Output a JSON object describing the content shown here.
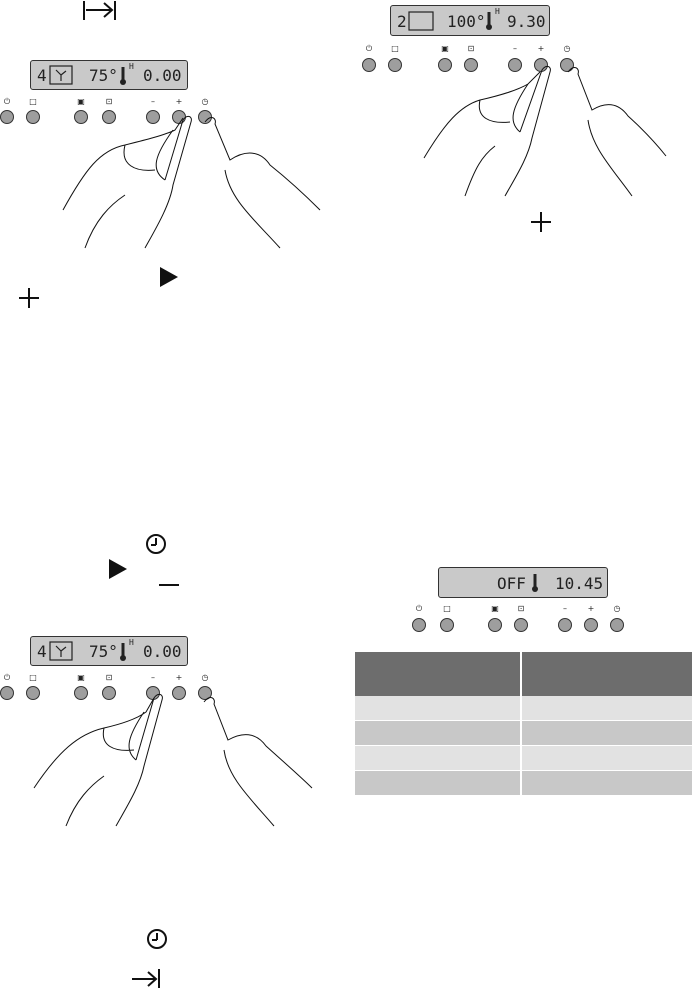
{
  "panels": [
    {
      "id": "top-left",
      "lcd": {
        "prog": "4",
        "temp": "75°",
        "time": "0.00",
        "timer_mark": "H"
      }
    },
    {
      "id": "top-right",
      "lcd": {
        "prog": "2",
        "temp": "100°",
        "time": "9.30",
        "timer_mark": "H"
      }
    },
    {
      "id": "bottom-left",
      "lcd": {
        "prog": "4",
        "temp": "75°",
        "time": "0.00",
        "timer_mark": "H"
      }
    },
    {
      "id": "off-display",
      "lcd": {
        "status": "OFF",
        "time": "10.45"
      }
    }
  ],
  "button_symbols": [
    "power-symbol",
    "light-symbol",
    "program-symbol",
    "function-symbol",
    "minus",
    "plus",
    "clock"
  ],
  "button_labels": {
    "minus": "–",
    "plus": "+"
  },
  "table": {
    "headers": [
      "",
      ""
    ],
    "rows": [
      [
        "",
        ""
      ],
      [
        "",
        ""
      ],
      [
        "",
        ""
      ],
      [
        "",
        ""
      ]
    ]
  },
  "colors": {
    "lcd": "#c9c9c9",
    "button": "#9e9e9e",
    "table_header": "#6d6d6d",
    "row_light": "#e2e2e2",
    "row_dark": "#c8c8c8"
  }
}
